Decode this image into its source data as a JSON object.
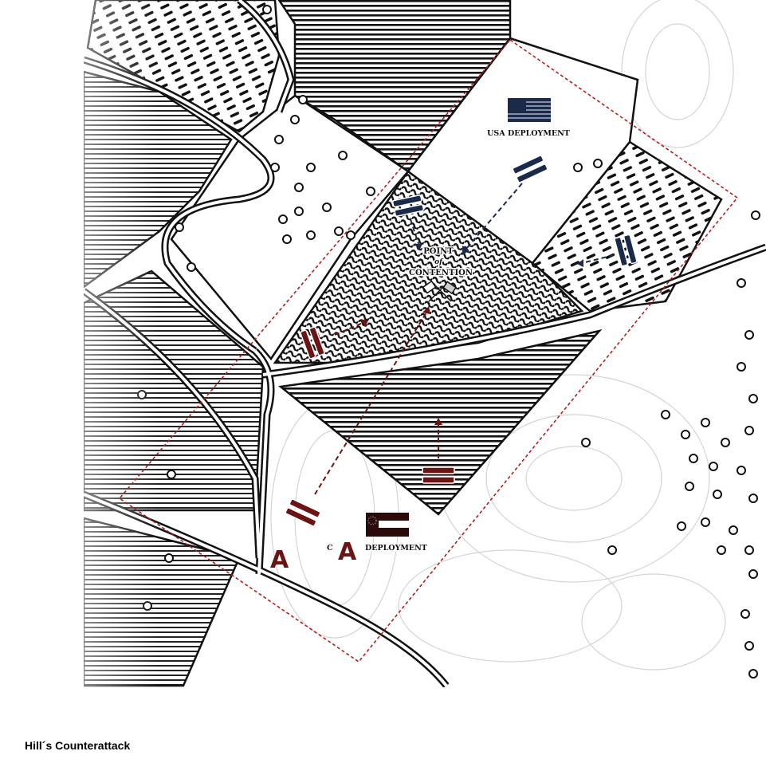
{
  "map": {
    "labels": {
      "point": "POINT",
      "of": "of",
      "contention": "CONTENTION",
      "usa_deployment": "USA DEPLOYMENT",
      "csa_deployment_prefix": "C",
      "csa_deployment_suffix": "DEPLOYMENT",
      "objective_marker_1": "A",
      "objective_marker_2": "A"
    },
    "colors": {
      "usa": "#1a2a4a",
      "csa": "#6b1414",
      "boundary": "#b02020",
      "ink": "#111111"
    },
    "icons": [
      "usa-flag-icon",
      "csa-flag-icon",
      "crossed-flags-icon",
      "unit-bar-icon"
    ]
  },
  "caption": "Hill´s Counterattack"
}
